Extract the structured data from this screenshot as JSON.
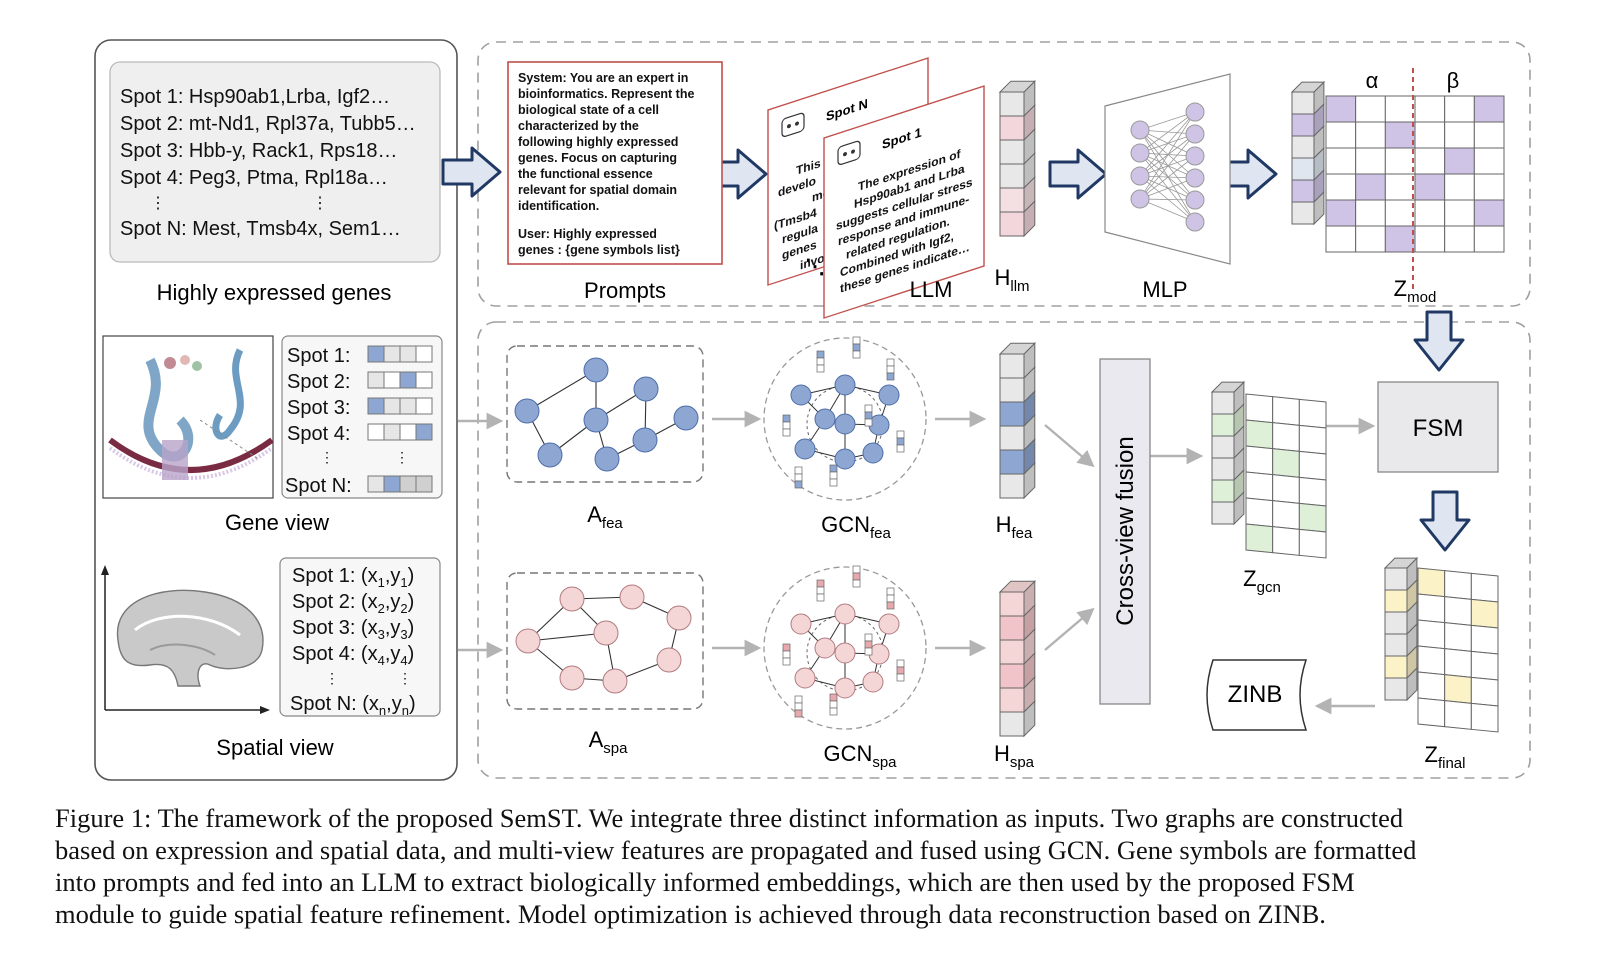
{
  "input_panel": {
    "spots_text": [
      "Spot 1: Hsp90ab1,Lrba, Igf2…",
      "Spot 2: mt-Nd1, Rpl37a, Tubb5…",
      "Spot 3: Hbb-y, Rack1, Rps18…",
      "Spot 4: Peg3, Ptma, Rpl18a…",
      "⋮",
      "⋮",
      "Spot N: Mest, Tmsb4x, Sem1…"
    ],
    "genes_title": "Highly expressed genes",
    "gene_view_spots": [
      "Spot 1:",
      "Spot 2:",
      "Spot 3:",
      "Spot 4:",
      "⋮",
      "⋮",
      "Spot N:"
    ],
    "gene_view_title": "Gene view",
    "spatial_spots": [
      {
        "label": "Spot 1: (x",
        "sub1": "1",
        "mid": ",y",
        "sub2": "1",
        "end": ")"
      },
      {
        "label": "Spot 2: (x",
        "sub1": "2",
        "mid": ",y",
        "sub2": "2",
        "end": ")"
      },
      {
        "label": "Spot 3: (x",
        "sub1": "3",
        "mid": ",y",
        "sub2": "3",
        "end": ")"
      },
      {
        "label": "Spot 4: (x",
        "sub1": "4",
        "mid": ",y",
        "sub2": "4",
        "end": ")"
      },
      {
        "label": "Spot N: (x",
        "sub1": "n",
        "mid": ",y",
        "sub2": "n",
        "end": ")"
      }
    ],
    "spatial_dots": "⋮",
    "spatial_view_title": "Spatial view"
  },
  "prompt_box": {
    "lines": [
      "System: You are an expert in",
      "bioinformatics. Represent the",
      "biological state of a cell",
      "characterized  by the",
      "following highly expressed",
      "genes. Focus on capturing",
      "the functional essence",
      "relevant for spatial domain",
      "identification.",
      "",
      "User: Highly expressed",
      "genes : {gene symbols list}"
    ],
    "title": "Prompts"
  },
  "llm": {
    "card_back_title": "Spot N",
    "card_back_lines": [
      "This",
      "develo",
      "mo",
      "(Tmsb4",
      "regula",
      "genes",
      "invo"
    ],
    "card_front_title": "Spot 1",
    "card_front_lines": [
      "The expression of",
      "Hsp90ab1 and Lrba",
      "suggests cellular stress",
      "response and immune-",
      "related regulation.",
      "Combined with Igf2,",
      "these genes indicate…"
    ],
    "card_dots": "⋱",
    "title": "LLM"
  },
  "h_llm": {
    "base": "H",
    "sub": "llm"
  },
  "mlp": {
    "title": "MLP"
  },
  "z_mod": {
    "base": "Z",
    "sub": "mod",
    "alpha": "α",
    "beta": "β"
  },
  "a_fea": {
    "base": "A",
    "sub": "fea"
  },
  "gcn_fea": {
    "base": "GCN",
    "sub": "fea"
  },
  "h_fea": {
    "base": "H",
    "sub": "fea"
  },
  "a_spa": {
    "base": "A",
    "sub": "spa"
  },
  "gcn_spa": {
    "base": "GCN",
    "sub": "spa"
  },
  "h_spa": {
    "base": "H",
    "sub": "spa"
  },
  "cross_view": {
    "label": "Cross-view fusion"
  },
  "z_gcn": {
    "base": "Z",
    "sub": "gcn"
  },
  "fsm": {
    "label": "FSM"
  },
  "z_final": {
    "base": "Z",
    "sub": "final"
  },
  "zinb": {
    "label": "ZINB"
  },
  "caption": {
    "lines": [
      "Figure 1: The framework of the proposed SemST. We integrate three distinct information as inputs. Two graphs are constructed",
      "based on expression and spatial data, and multi-view features are propagated and fused using GCN. Gene symbols are formatted",
      "into prompts and fed into an LLM to extract biologically informed embeddings, which are then used by the proposed FSM",
      "module to guide spatial feature refinement. Model optimization is achieved through data reconstruction based on ZINB."
    ]
  },
  "colors": {
    "navy": "#1f3864",
    "arrow_fill": "#dfe6f2",
    "blue_node": "#8ea6d2",
    "pink_node": "#f5d6d6",
    "purple": "#cfc4e6",
    "green": "#dff0d8",
    "yellow": "#fbf2c8",
    "cube_gray": "#e8e8e8",
    "dash": "#a0a0a0",
    "prompt_border": "#c0504d"
  }
}
